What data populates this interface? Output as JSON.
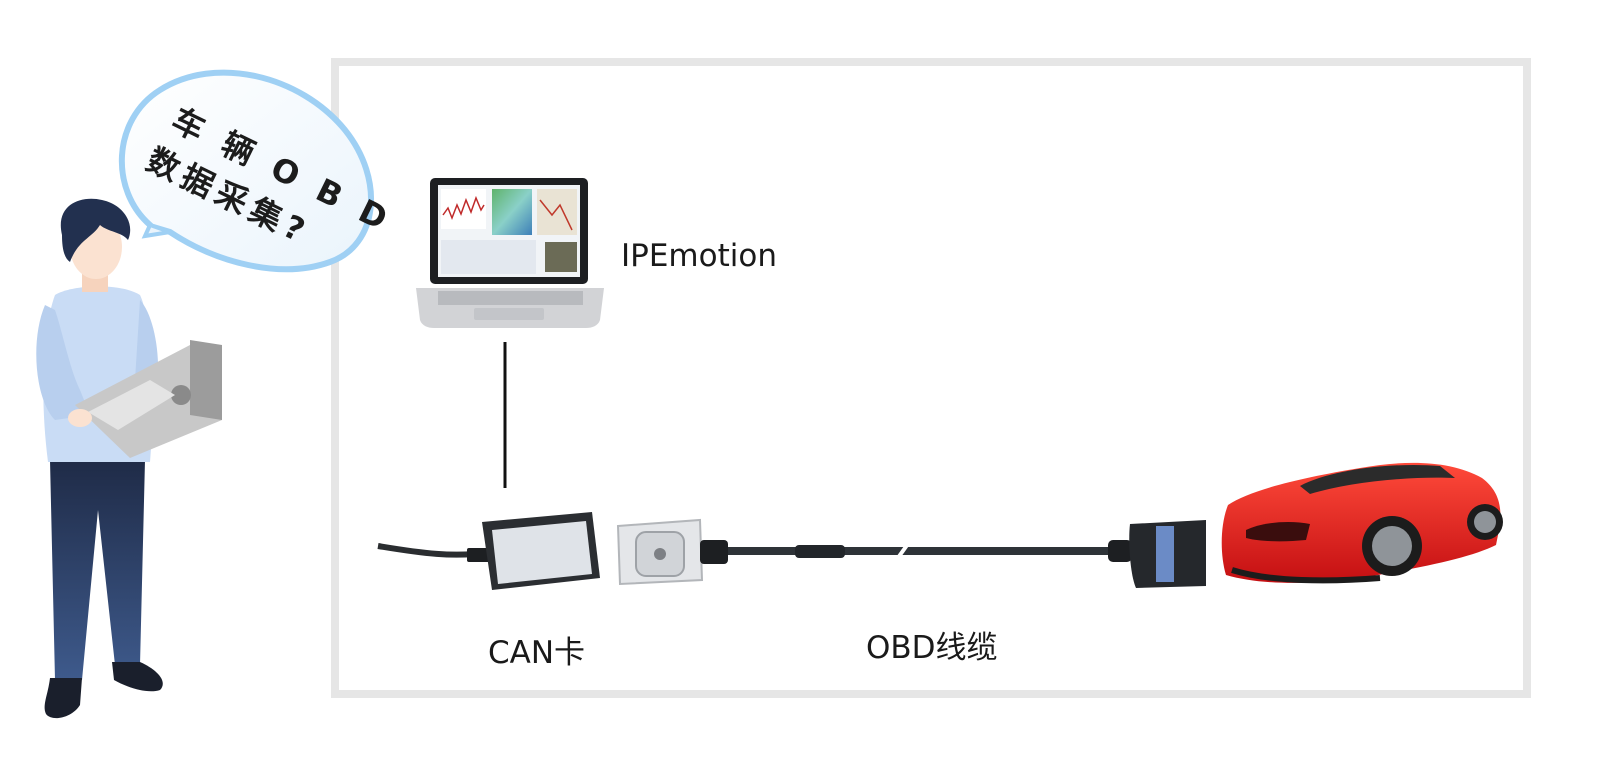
{
  "speech_bubble": {
    "line1": "车 辆 O B D",
    "line2": "数据采集?"
  },
  "labels": {
    "software": "IPEmotion",
    "can_card": "CAN卡",
    "obd_cable": "OBD线缆"
  },
  "colors": {
    "frame_border": "#e6e6e6",
    "bubble_border": "#9fd0f4",
    "shirt": "#c9dcf5",
    "pants": "#2c3e64",
    "hair": "#22304f",
    "car_body": "#e6191b",
    "cable": "#2e3338"
  }
}
